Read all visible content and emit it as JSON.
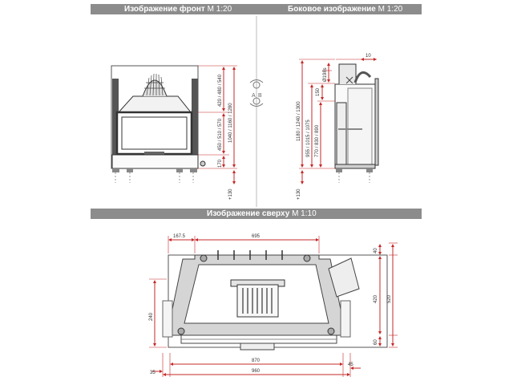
{
  "headers": {
    "front_title": "Изображение фронт",
    "front_scale": "М 1:20",
    "side_title": "Боковое изображение",
    "side_scale": "М 1:20",
    "top_title": "Изображение сверху",
    "top_scale": "М 1:10"
  },
  "view_switch": {
    "left_letter": "A",
    "right_letter": "B"
  },
  "front_view": {
    "dims": {
      "top_heights": "420 / 480 / 540",
      "glass_heights": "450 / 510 / 570",
      "total_heights": "1040 / 1160 / 1280",
      "base_height": "170",
      "leg_extension": "+130"
    }
  },
  "side_view": {
    "dims": {
      "top_offset": "10",
      "flue_diameter": "Ø198s",
      "flue_offset": "150",
      "total_heights": "1180 / 1240 / 1300",
      "mid_heights": "955 / 1015 / 1075",
      "low_heights": "770 / 830 / 890",
      "leg_extension": "+130"
    }
  },
  "top_view": {
    "dims": {
      "left_offset": "167.5",
      "top_width": "695",
      "left_depth": "240",
      "right_top": "40",
      "right_mid": "420",
      "right_total": "520",
      "right_bottom": "60",
      "inner_width": "870",
      "outer_width": "960",
      "left_bottom": "35",
      "right_bottom_offset": "45"
    }
  }
}
